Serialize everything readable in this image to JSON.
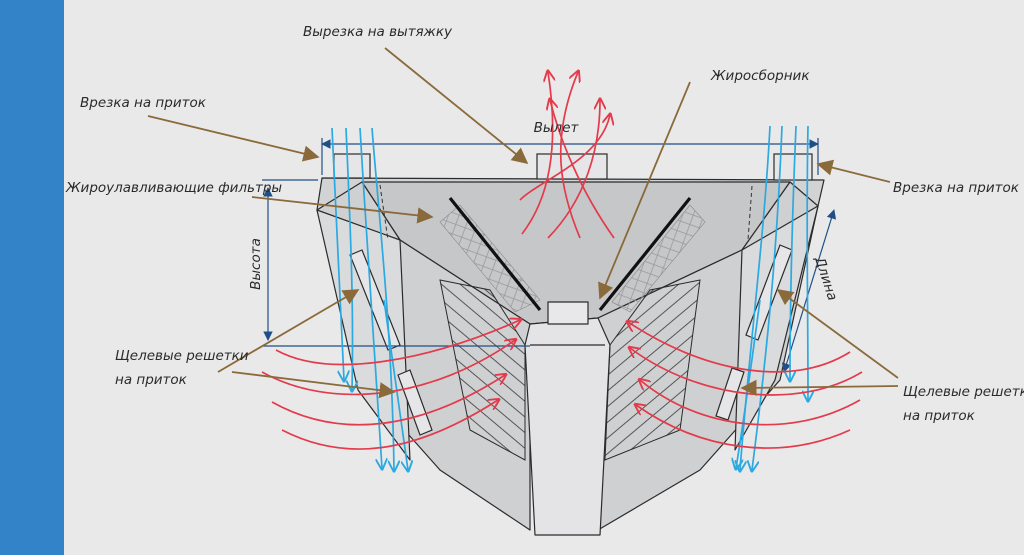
{
  "labels": {
    "exhaust_cutout": "Вырезка на вытяжку",
    "fat_collector": "Жиросборник",
    "supply_cutout_left": "Врезка на приток",
    "supply_cutout_right": "Врезка на приток",
    "overhang": "Вылет",
    "grease_filters": "Жироулавливающие фильтры",
    "height": "Высота",
    "length": "Длина",
    "slot_grilles_left_line1": "Щелевые решетки",
    "slot_grilles_left_line2": "на приток",
    "slot_grilles_right_line1": "Щелевые решетки",
    "slot_grilles_right_line2": "на приток"
  },
  "colors": {
    "sidebar": "#3283c7",
    "background": "#e9e9ea",
    "hood_fill": "#c9cacc",
    "hood_light": "#dcdcde",
    "outline": "#2b2b2b",
    "exhaust_arrow": "#e33b4b",
    "supply_arrow": "#2ba9e0",
    "pointer": "#8a6a3a",
    "dimension": "#1f4f86"
  }
}
